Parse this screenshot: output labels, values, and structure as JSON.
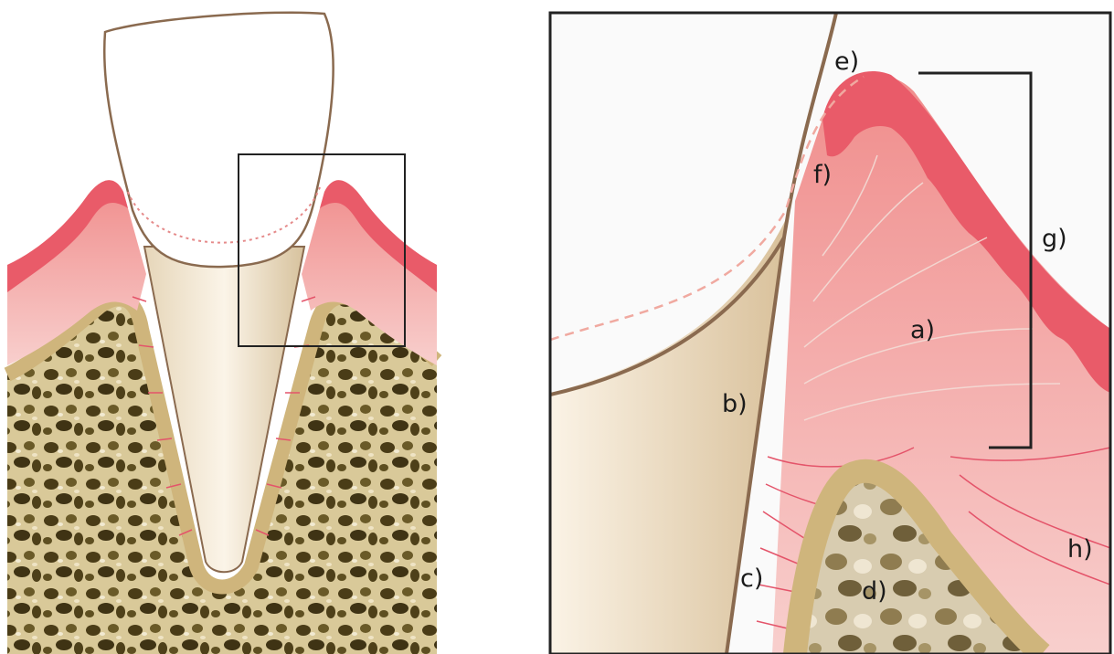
{
  "labels": {
    "a": "a)",
    "b": "b)",
    "c": "c)",
    "d": "d)",
    "e": "e)",
    "f": "f)",
    "g": "g)",
    "h": "h)"
  },
  "colors": {
    "gingiva_light": "#f6c3c1",
    "gingiva_dark": "#e95b69",
    "bone_cortical": "#d2b77c",
    "bone_marrow": "#5b4a22",
    "root": "#f1e4cf",
    "tooth_outline": "#8a6a4f",
    "pdl_fibers": "#e4546a",
    "frame": "#222222"
  }
}
